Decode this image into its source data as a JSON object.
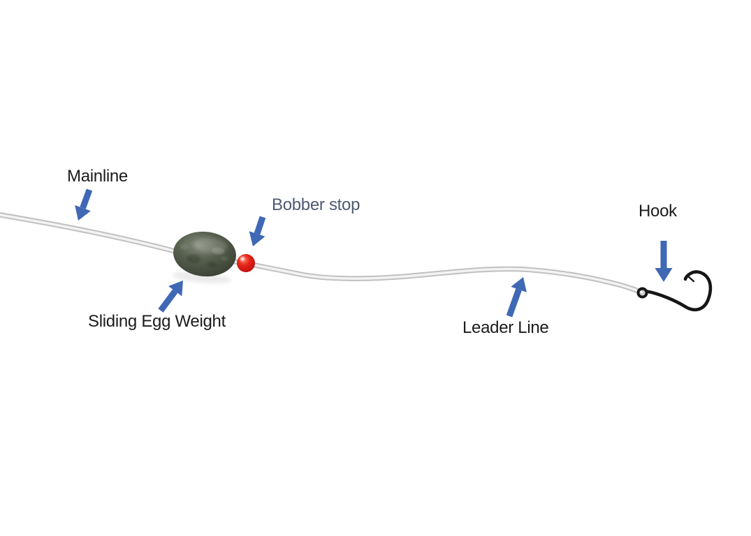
{
  "diagram": {
    "kind": "fishing-rig-diagram",
    "subject": "Sliding egg weight rig with bobber stop, leader line and hook",
    "labels": {
      "mainline": "Mainline",
      "bobber_stop": "Bobber stop",
      "sliding_egg_weight": "Sliding Egg Weight",
      "leader_line": "Leader Line",
      "hook": "Hook"
    },
    "annotations": [
      {
        "label": "Mainline",
        "points_to": "fishing line left of the weight",
        "arrow_direction": "down-left"
      },
      {
        "label": "Bobber stop",
        "points_to": "red bead after the egg weight",
        "arrow_direction": "down-left"
      },
      {
        "label": "Sliding Egg Weight",
        "points_to": "gray egg sinker on the line",
        "arrow_direction": "up-right"
      },
      {
        "label": "Leader Line",
        "points_to": "line between bead and hook",
        "arrow_direction": "up"
      },
      {
        "label": "Hook",
        "points_to": "black fishing hook at line end",
        "arrow_direction": "down"
      }
    ],
    "colors": {
      "background": "#ffffff",
      "arrow_blue": "#3f68b5",
      "label_text": "#1b1b1b",
      "bobber_stop_text": "#4e5b70",
      "bead_red": "#d41a1a",
      "weight_gray_green": "#49513f",
      "line_gray": "#c2c2c2",
      "hook_black": "#161616"
    }
  }
}
